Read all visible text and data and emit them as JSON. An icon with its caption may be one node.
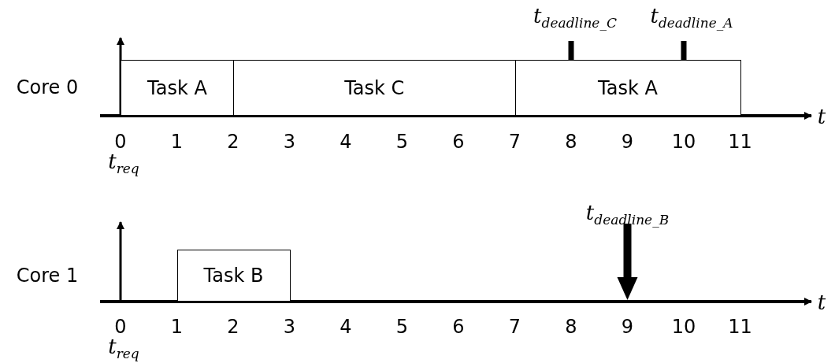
{
  "diagram": {
    "nodes": [
      {
        "text": [
          "Task A"
        ]
      },
      {
        "text": [
          "Task C"
        ]
      },
      {
        "text": [
          "Task A"
        ]
      },
      {
        "text": [
          "Task B"
        ]
      }
    ],
    "labels": [
      "*t*$_{deadline_C}$",
      "*t*$_{deadline_A}$",
      "Core 0",
      "*t*",
      "0",
      "1",
      "2",
      "3",
      "4",
      "5",
      "6",
      "7",
      "8",
      "9",
      "10",
      "11",
      "*t*$_{req}$",
      "*t*$_{deadline_B}$",
      "Core 1",
      "*t*",
      "0",
      "1",
      "2",
      "3",
      "4",
      "5",
      "6",
      "7",
      "8",
      "9",
      "10",
      "11",
      "*t*$_{req}$"
    ]
  }
}
